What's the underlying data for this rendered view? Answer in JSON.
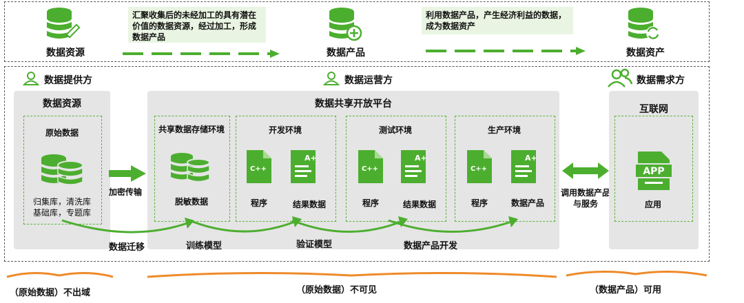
{
  "top": {
    "resource_label": "数据资源",
    "product_label": "数据产品",
    "asset_label": "数据资产",
    "note_1": "汇聚收集后的未经加工的具有潜在价值的数据资源，经过加工，形成数据产品",
    "note_2": "利用数据产品，产生经济利益的数据，成为数据资产"
  },
  "roles": {
    "provider": "数据提供方",
    "operator": "数据运营方",
    "consumer": "数据需求方"
  },
  "left_panel": {
    "title": "数据资源",
    "inner_title": "原始数据",
    "desc_line1": "归集库，清洗库",
    "desc_line2": "基础库，专题库"
  },
  "center_panel": {
    "title": "数据共享开放平台",
    "storage_title": "共享数据存储环境",
    "storage_item": "脱敏数据",
    "envs": [
      {
        "title": "开发环境",
        "program": "程序",
        "result": "结果数据"
      },
      {
        "title": "测试环境",
        "program": "程序",
        "result": "结果数据"
      },
      {
        "title": "生产环境",
        "program": "程序",
        "result": "数据产品"
      }
    ]
  },
  "right_panel": {
    "title": "互联网",
    "app_icon_text": "APP",
    "app_label": "应用"
  },
  "arrows": {
    "encrypt": "加密传输",
    "call_service": "调用数据产品与服务",
    "migrate": "数据迁移",
    "train": "训练模型",
    "verify": "验证模型",
    "develop": "数据产品开发"
  },
  "file_icon_text": "C++",
  "bottom": {
    "left": "（原始数据）不出域",
    "center": "（原始数据）不可见",
    "right": "（数据产品）可用"
  },
  "colors": {
    "accent": "#4cae2f",
    "panel": "#e5e5e5",
    "orange": "#ee8a2a"
  }
}
